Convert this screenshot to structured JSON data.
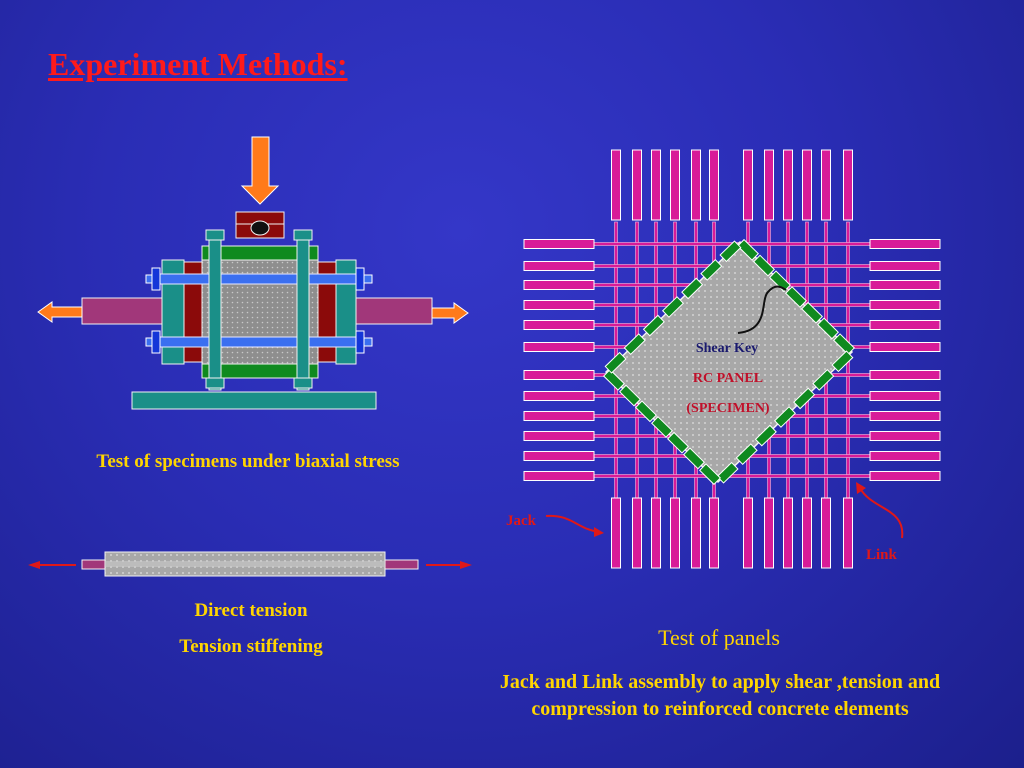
{
  "slide": {
    "title": "Experiment Methods:"
  },
  "biaxial": {
    "caption": "Test of specimens under biaxial stress"
  },
  "tension": {
    "caption_1": "Direct tension",
    "caption_2": "Tension stiffening"
  },
  "panels": {
    "caption": "Test of panels",
    "description_line_1": "Jack and Link assembly to apply shear ,tension and",
    "description_line_2": "compression to reinforced concrete elements",
    "label_shear_key": "Shear Key",
    "label_rc_panel": "RC  PANEL",
    "label_specimen": "(SPECIMEN)",
    "label_jack": "Jack",
    "label_link": "Link"
  },
  "colors": {
    "title": "#ff1a1a",
    "caption": "#ffd500",
    "magenta": "#d81b98",
    "arrow_orange": "#ff7a1a",
    "teal": "#1a8f88",
    "shear_key_green": "#0f8a1f"
  }
}
